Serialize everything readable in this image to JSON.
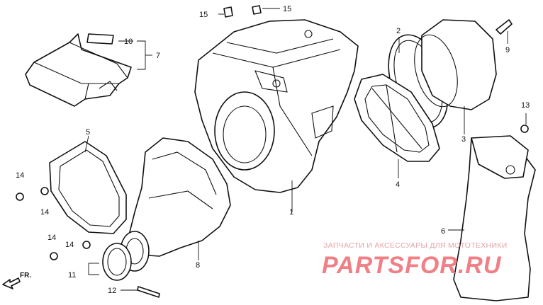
{
  "diagram": {
    "callouts": [
      {
        "id": "1",
        "text": "1"
      },
      {
        "id": "2",
        "text": "2"
      },
      {
        "id": "3",
        "text": "3"
      },
      {
        "id": "4",
        "text": "4"
      },
      {
        "id": "5",
        "text": "5"
      },
      {
        "id": "6",
        "text": "6"
      },
      {
        "id": "7",
        "text": "7"
      },
      {
        "id": "8",
        "text": "8"
      },
      {
        "id": "9",
        "text": "9"
      },
      {
        "id": "10",
        "text": "10"
      },
      {
        "id": "11",
        "text": "11"
      },
      {
        "id": "12",
        "text": "12"
      },
      {
        "id": "13",
        "text": "13"
      },
      {
        "id": "14a",
        "text": "14"
      },
      {
        "id": "14b",
        "text": "14"
      },
      {
        "id": "14c",
        "text": "14"
      },
      {
        "id": "14d",
        "text": "14"
      },
      {
        "id": "15a",
        "text": "15"
      },
      {
        "id": "15b",
        "text": "15"
      }
    ],
    "direction_marker": "FR."
  },
  "watermark": {
    "tagline": "ЗАПЧАСТИ И АКСЕССУАРЫ ДЛЯ МОТОТЕХНИКИ",
    "brand": "PARTSFOR.RU"
  }
}
